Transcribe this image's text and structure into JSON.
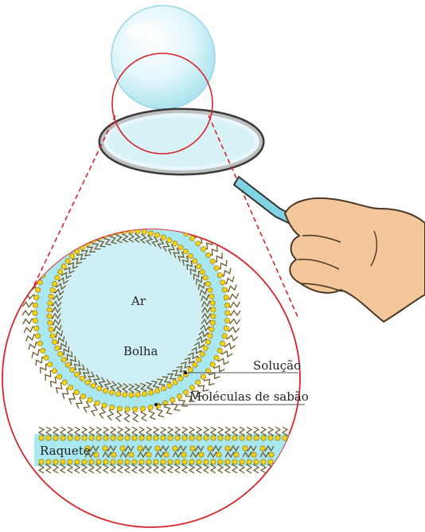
{
  "labels": {
    "air": "Ar",
    "bubble": "Bolha",
    "solution": "Solução",
    "soap_molecules": "Moléculas de sabão",
    "racket": "Raquete"
  },
  "colors": {
    "bubble_fill": "#cfeff7",
    "solution": "#a9e8f0",
    "molecule_head": "#f2d21b",
    "molecule_tail": "#6b5a2e",
    "magnifier_circle": "#d8232a",
    "skin": "#f3c79a",
    "handle": "#7fd3e3"
  },
  "icons": [
    "soap-bubble",
    "racket-loop",
    "hand"
  ]
}
